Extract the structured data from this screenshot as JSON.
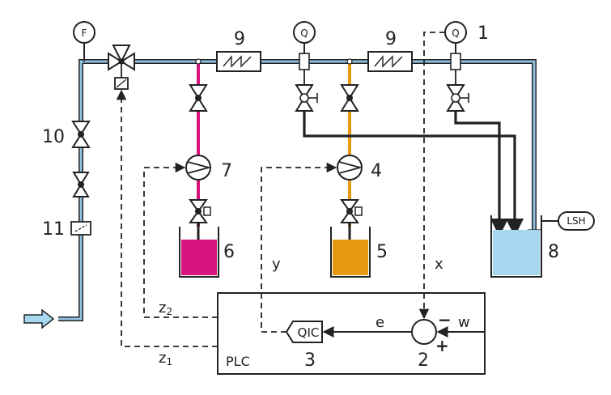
{
  "instruments": {
    "flow": "F",
    "quality_left": "Q",
    "quality_right": "Q",
    "level_switch": "LSH"
  },
  "numbers": {
    "n1": "1",
    "n2": "2",
    "n3": "3",
    "n4": "4",
    "n5": "5",
    "n6": "6",
    "n7": "7",
    "n8": "8",
    "n9a": "9",
    "n9b": "9",
    "n10": "10",
    "n11": "11"
  },
  "signals": {
    "x": "x",
    "y": "y",
    "e": "e",
    "w": "w",
    "z1": "z1",
    "z2": "z2",
    "minus": "−",
    "plus": "+"
  },
  "controller": {
    "plc": "PLC",
    "qic": "QIC"
  },
  "colors": {
    "water_pipe": "#8fc3e0",
    "magenta": "#d6157e",
    "orange": "#e59a12",
    "tank_water": "#a8d8f0",
    "line": "#222222"
  }
}
